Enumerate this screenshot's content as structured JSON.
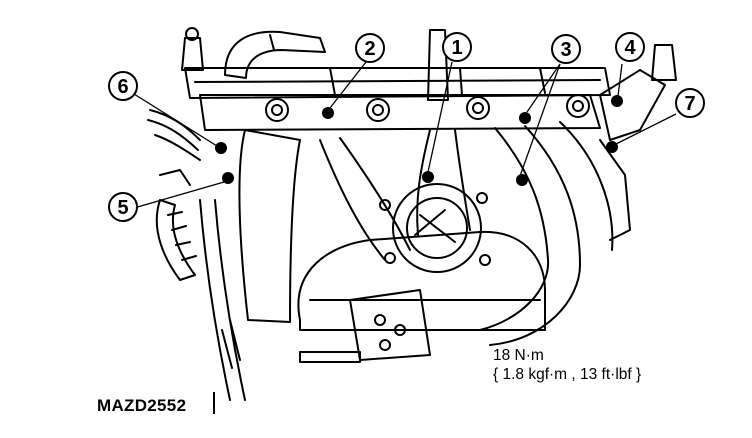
{
  "callouts": [
    {
      "number": "1"
    },
    {
      "number": "2"
    },
    {
      "number": "3"
    },
    {
      "number": "4"
    },
    {
      "number": "5"
    },
    {
      "number": "6"
    },
    {
      "number": "7"
    }
  ],
  "torque_spec": {
    "line1": "18 N·m",
    "line2": "{ 1.8 kgf·m , 13 ft·lbf }"
  },
  "figure_code": "MAZD2552",
  "colors": {
    "ink": "#000000",
    "paper": "#ffffff"
  }
}
